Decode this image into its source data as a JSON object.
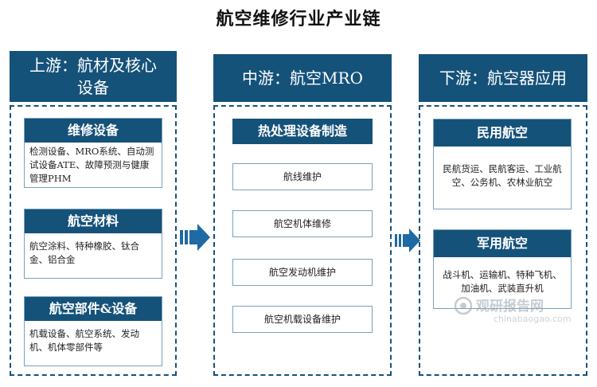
{
  "title": "航空维修行业产业链",
  "upstream": {
    "header": "上游：航材及核心设备",
    "cards": [
      {
        "title": "维修设备",
        "body": "检测设备、MRO系统、自动测试设备ATE、故障预测与健康管理PHM"
      },
      {
        "title": "航空材料",
        "body": "航空涂料、特种橡胶、钛合金、铝合金"
      },
      {
        "title": "航空部件&设备",
        "body": "机载设备、航空系统、发动机、机体零部件等"
      }
    ]
  },
  "midstream": {
    "header": "中游：航空MRO",
    "bar": "热处理设备制造",
    "items": [
      "航线维护",
      "航空机体维修",
      "航空发动机维护",
      "航空机载设备维护"
    ]
  },
  "downstream": {
    "header": "下游：航空器应用",
    "cards": [
      {
        "title": "民用航空",
        "body": "民航货运、民航客运、工业航空、公务机、农林业航空"
      },
      {
        "title": "军用航空",
        "body": "战斗机、运输机、特种飞机、加油机、武装直升机"
      }
    ]
  },
  "watermark": {
    "name": "观研报告网",
    "url": "chinabaogao.com"
  },
  "colors": {
    "primary": "#15527a",
    "border": "#7aa1bd",
    "arrow": "#1e6aa3"
  }
}
